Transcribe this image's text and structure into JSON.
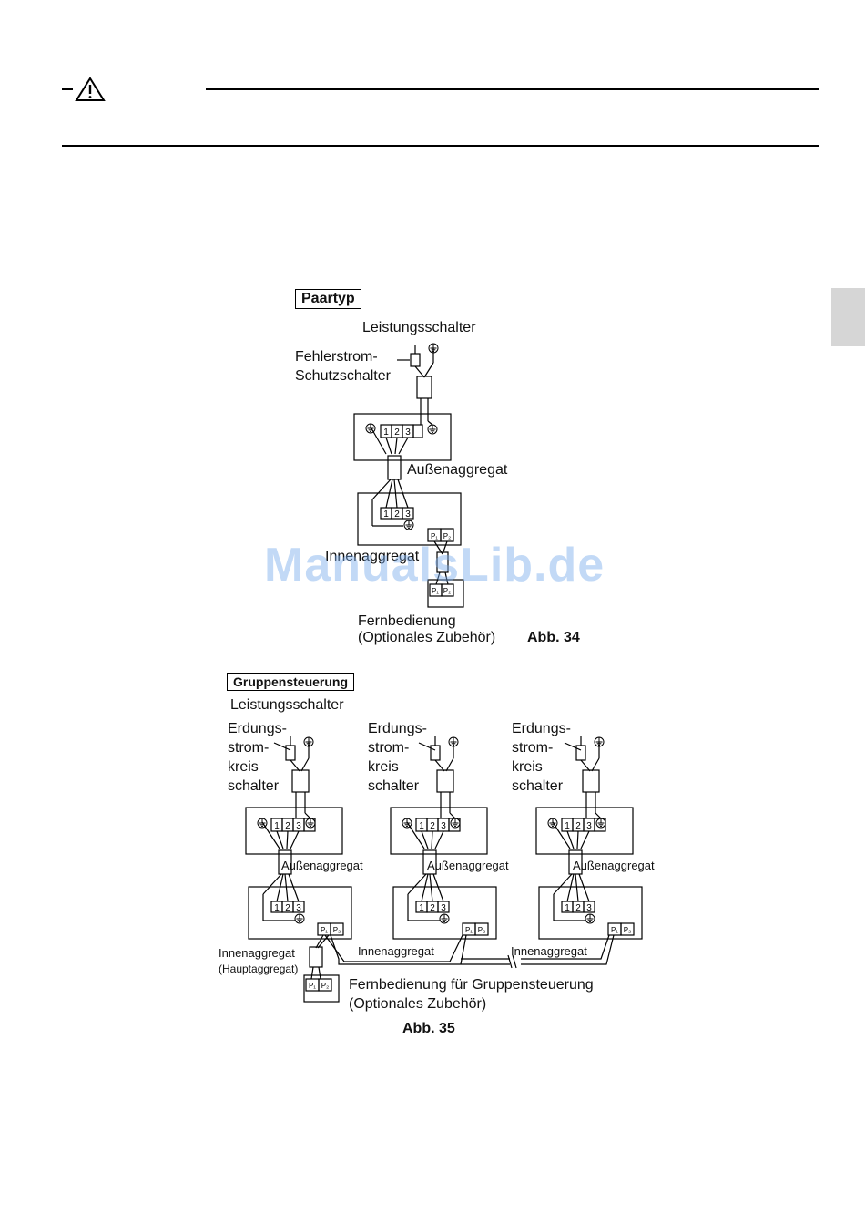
{
  "header": {
    "warning_icon": "warning-triangle-icon"
  },
  "fig34": {
    "box_title": "Paartyp",
    "circuit_breaker": "Leistungsschalter",
    "rcd_line1": "Fehlerstrom-",
    "rcd_line2": "Schutzschalter",
    "outdoor_unit": "Außenaggregat",
    "indoor_unit": "Innenaggregat",
    "remote_line1": "Fernbedienung",
    "remote_line2": "(Optionales Zubehör)",
    "caption": "Abb. 34"
  },
  "fig35": {
    "box_title": "Gruppensteuerung",
    "circuit_breaker": "Leistungsschalter",
    "earth_line1": "Erdungs-",
    "earth_line2": "strom-",
    "earth_line3": "kreis",
    "earth_line4": "schalter",
    "outdoor_unit": "Außenaggregat",
    "indoor_unit": "Innenaggregat",
    "main_unit": "(Hauptaggregat)",
    "remote_line1": "Fernbedienung für Gruppensteuerung",
    "remote_line2": "(Optionales Zubehör)",
    "caption": "Abb. 35"
  },
  "terminals": {
    "t1": "1",
    "t2": "2",
    "t3": "3",
    "p1": "P₁",
    "p2": "P₂"
  },
  "watermark": "ManualsLib.de"
}
